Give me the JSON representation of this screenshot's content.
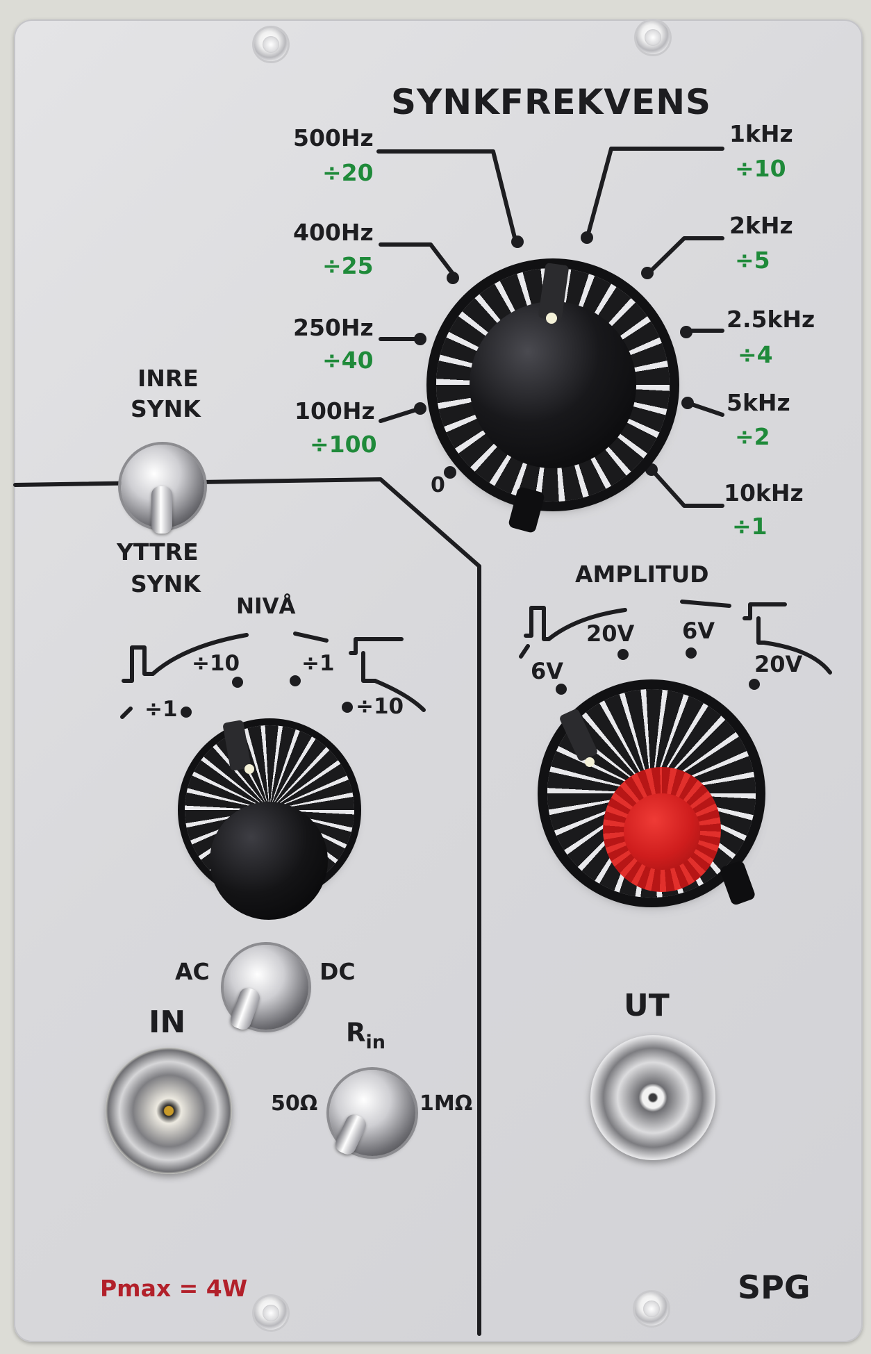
{
  "panel": {
    "title": "SYNKFREKVENS",
    "model": "SPG",
    "pmax_label": "Pmax",
    "pmax_value": "= 4W"
  },
  "synk_freq": {
    "left": [
      {
        "freq": "500Hz",
        "div": "÷20"
      },
      {
        "freq": "400Hz",
        "div": "÷25"
      },
      {
        "freq": "250Hz",
        "div": "÷40"
      },
      {
        "freq": "100Hz",
        "div": "÷100"
      }
    ],
    "right": [
      {
        "freq": "1kHz",
        "div": "÷10"
      },
      {
        "freq": "2kHz",
        "div": "÷5"
      },
      {
        "freq": "2.5kHz",
        "div": "÷4"
      },
      {
        "freq": "5kHz",
        "div": "÷2"
      },
      {
        "freq": "10kHz",
        "div": "÷1"
      }
    ],
    "zero": "0"
  },
  "synk_switch": {
    "top": [
      "INRE",
      "SYNK"
    ],
    "bottom": [
      "YTTRE",
      "SYNK"
    ]
  },
  "niva": {
    "title": "NIVÅ",
    "left_div10": "÷10",
    "left_div1": "÷1",
    "right_div1": "÷1",
    "right_div10": "÷10"
  },
  "coupling": {
    "ac": "AC",
    "dc": "DC"
  },
  "input": {
    "label": "IN"
  },
  "rin": {
    "label": "R",
    "sub": "in",
    "low": "50Ω",
    "high": "1MΩ"
  },
  "amplitude": {
    "title": "AMPLITUD",
    "pos_20v": "20V",
    "pos_6v": "6V",
    "neg_6v": "6V",
    "neg_20v": "20V"
  },
  "output": {
    "label": "UT"
  },
  "colors": {
    "panel": "#dadadd",
    "ink": "#1d1d20",
    "green": "#1f8a3a",
    "red": "#b2202a",
    "knob_red": "#d21a1a"
  }
}
